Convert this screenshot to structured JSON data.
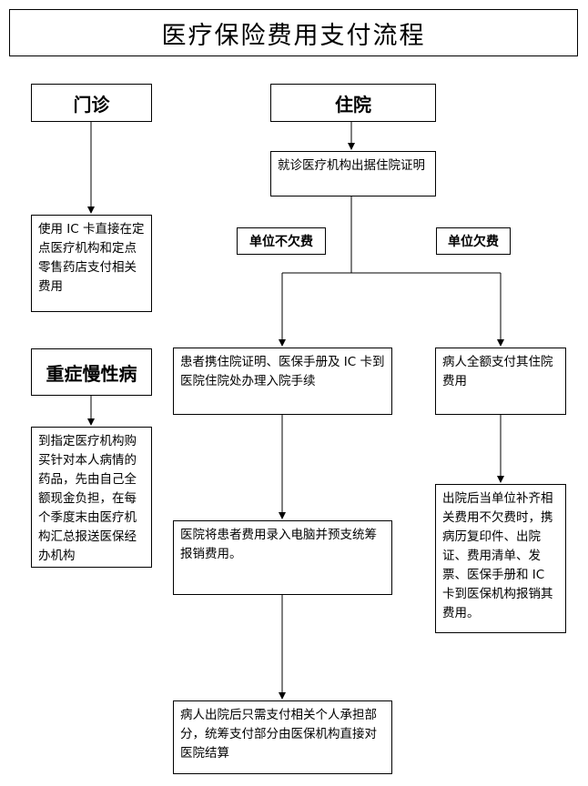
{
  "title": "医疗保险费用支付流程",
  "outpatient": {
    "header": "门诊",
    "step": "使用 IC 卡直接在定点医疗机构和定点零售药店支付相关费用"
  },
  "chronic": {
    "header": "重症慢性病",
    "step": "到指定医疗机构购买针对本人病情的药品，先由自己全额现金负担，在每个季度末由医疗机构汇总报送医保经办机构"
  },
  "inpatient": {
    "header": "住院",
    "step1": "就诊医疗机构出据住院证明",
    "branch_no_arrears": "单位不欠费",
    "branch_arrears": "单位欠费",
    "no_arrears_steps": [
      "患者携住院证明、医保手册及 IC 卡到医院住院处办理入院手续",
      "医院将患者费用录入电脑并预支统筹报销费用。",
      "病人出院后只需支付相关个人承担部分，统筹支付部分由医保机构直接对医院结算"
    ],
    "arrears_steps": [
      "病人全额支付其住院费用",
      "出院后当单位补齐相关费用不欠费时，携病历复印件、出院证、费用清单、发票、医保手册和 IC 卡到医保机构报销其费用。"
    ]
  }
}
